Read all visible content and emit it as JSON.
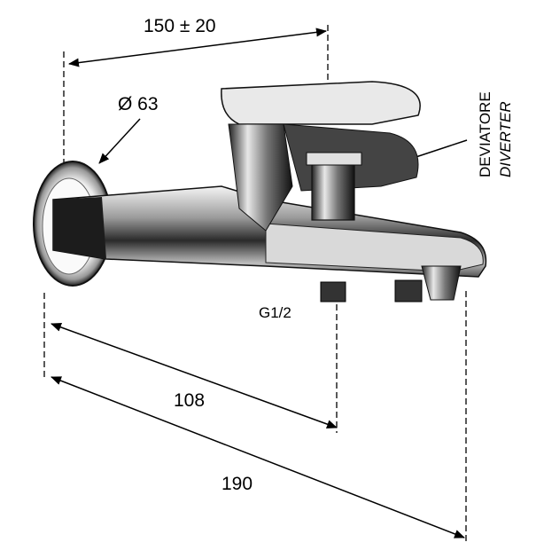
{
  "dimensions": {
    "center_distance": "150 ± 20",
    "rosette_diameter": "Ø 63",
    "projection_outlet": "108",
    "projection_total": "190"
  },
  "labels": {
    "diverter_it": "DEVIATORE",
    "diverter_en": "DIVERTER",
    "thread": "G1/2"
  }
}
